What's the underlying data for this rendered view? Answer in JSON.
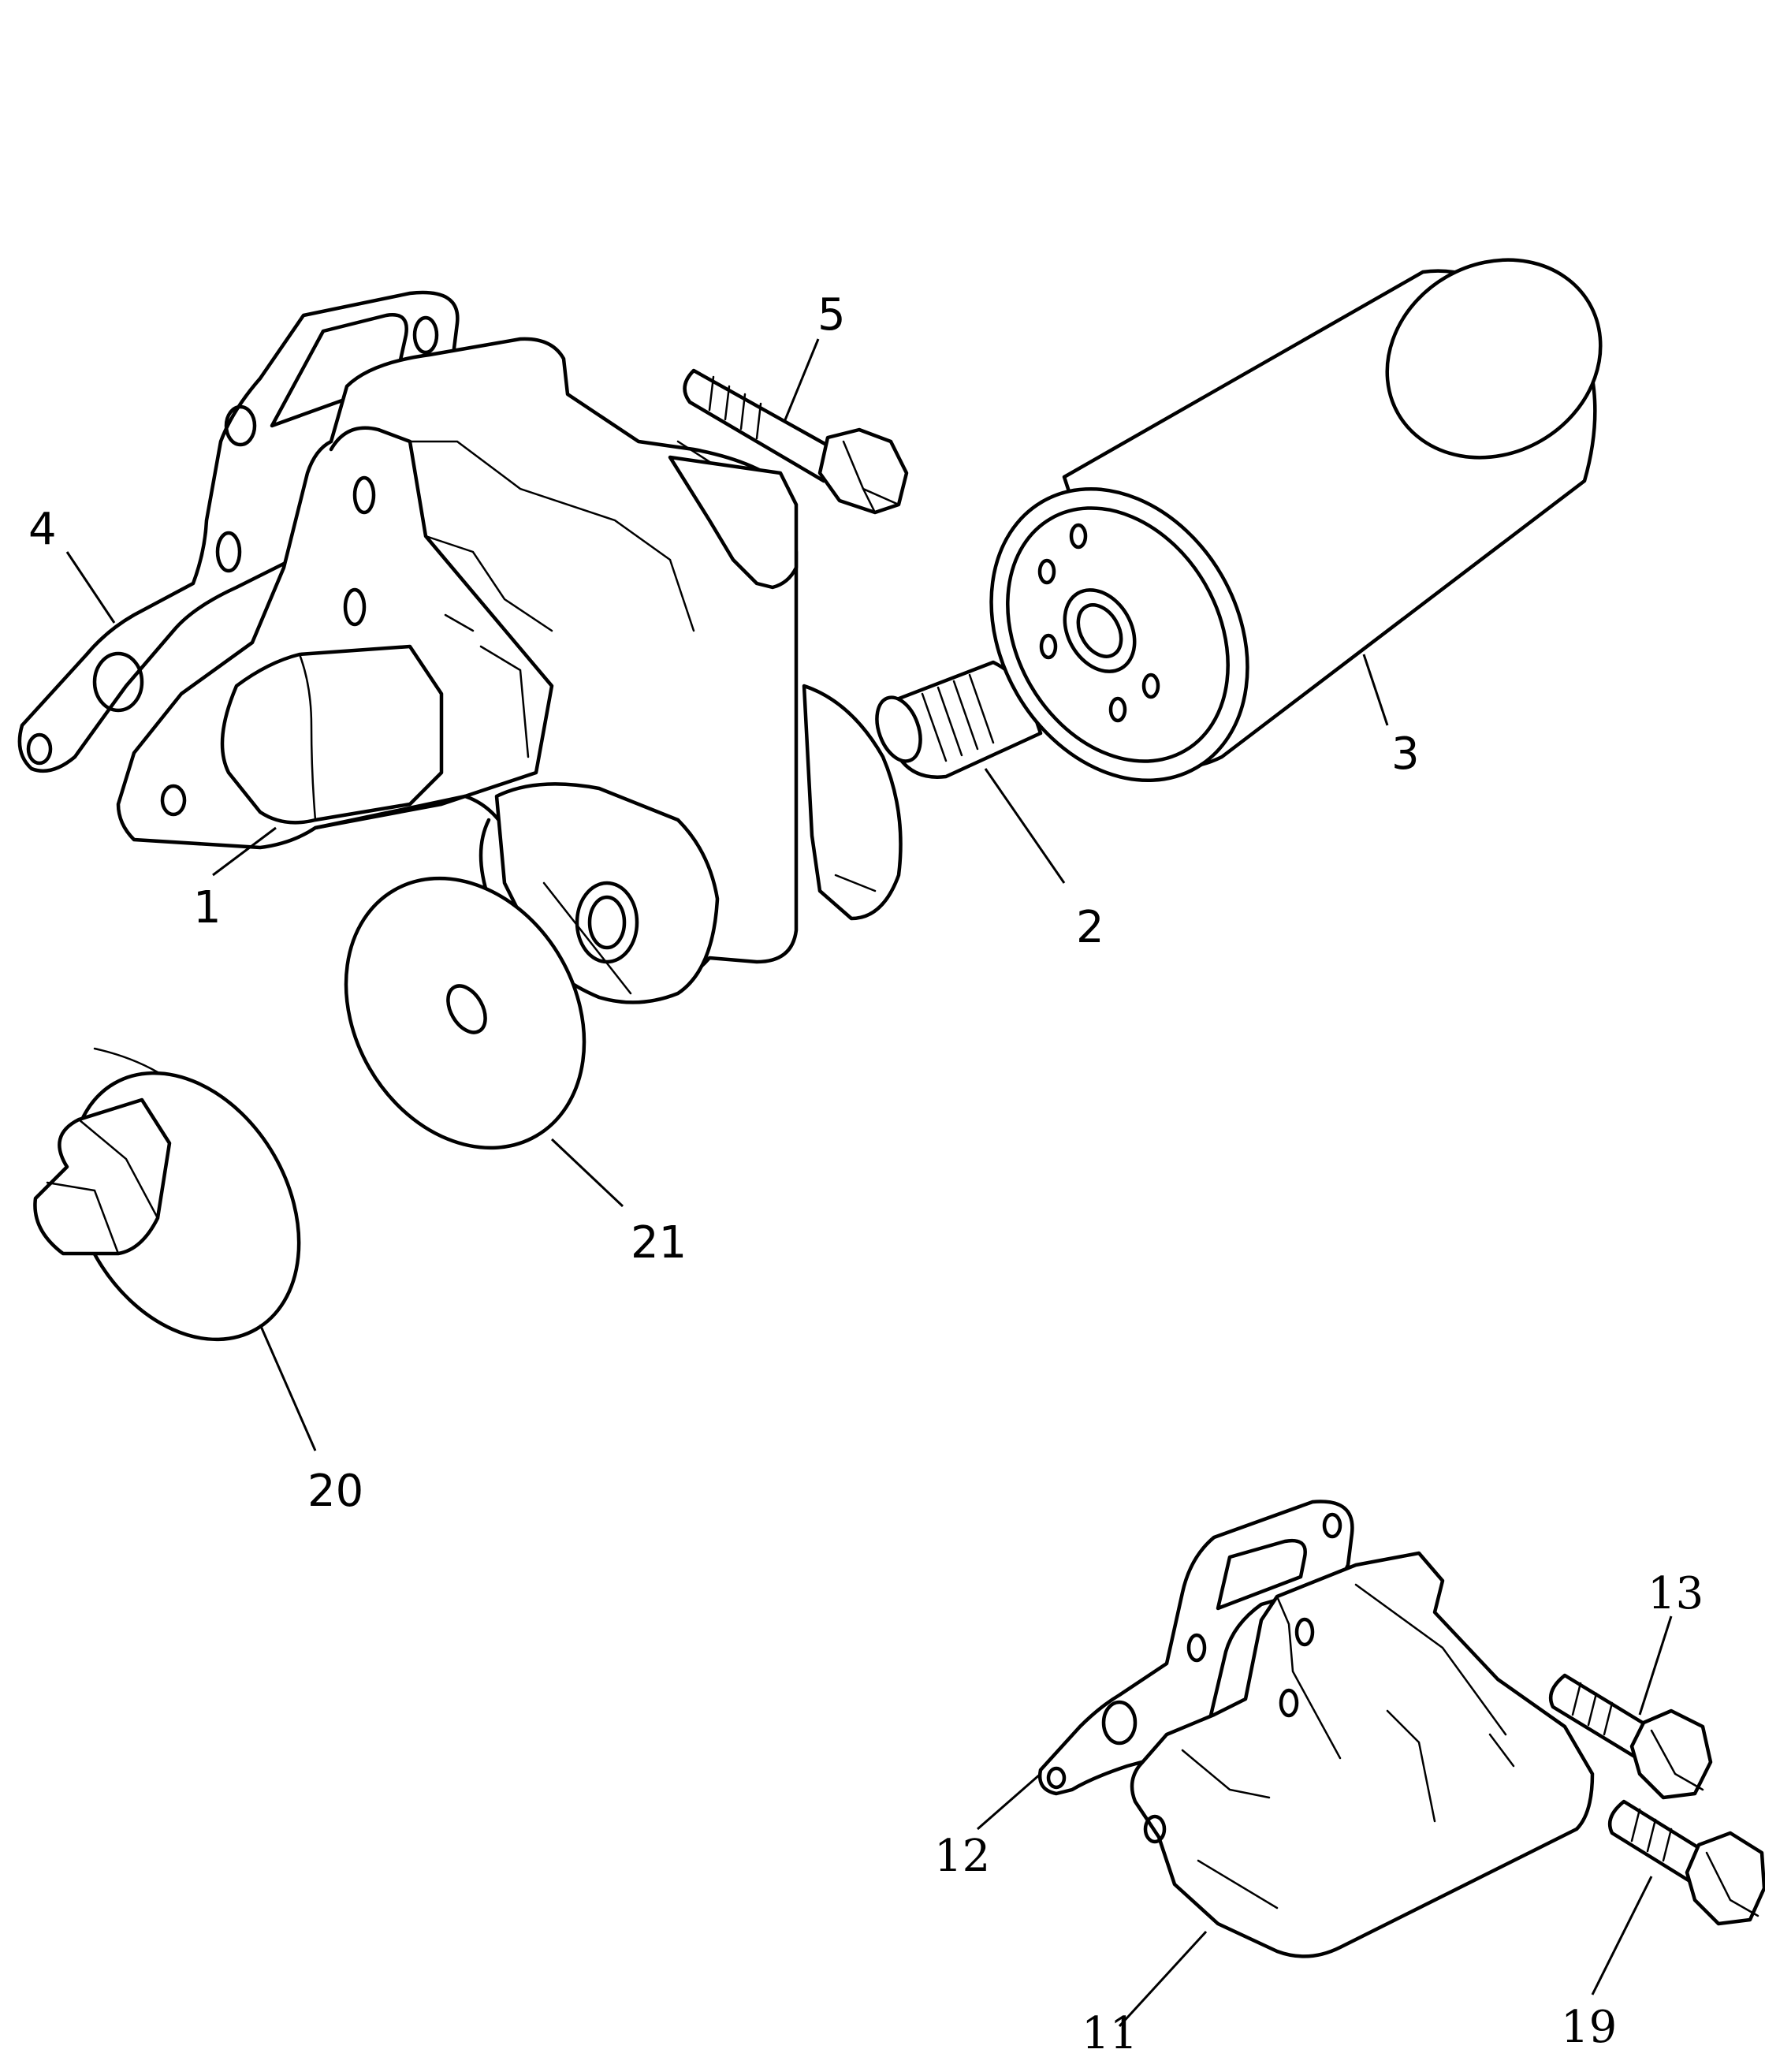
{
  "callouts": {
    "c1": "1",
    "c2": "2",
    "c3": "3",
    "c4": "4",
    "c5": "5",
    "c11": "11",
    "c12": "12",
    "c13": "13",
    "c19": "19",
    "c20": "20",
    "c21": "21"
  },
  "colors": {
    "line": "#000000",
    "background": "#ffffff"
  }
}
